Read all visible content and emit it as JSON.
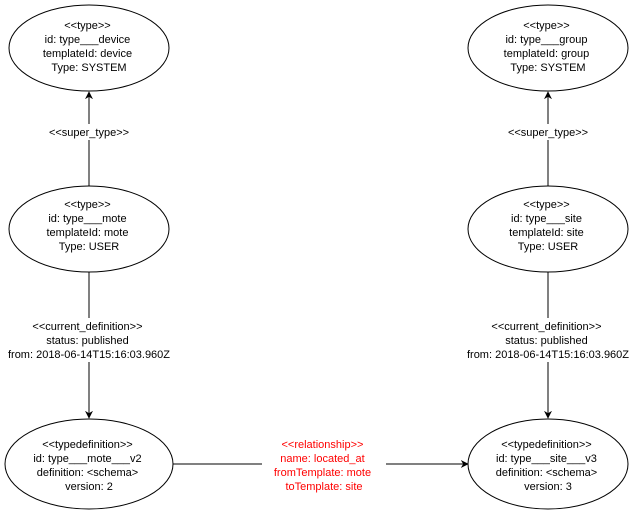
{
  "nodes": {
    "device_type": {
      "lines": [
        "<<type>>",
        "id:  type___device",
        "templateId: device",
        "Type: SYSTEM"
      ]
    },
    "group_type": {
      "lines": [
        "<<type>>",
        "id:  type___group",
        "templateId: group",
        "Type: SYSTEM"
      ]
    },
    "mote_type": {
      "lines": [
        "<<type>>",
        "id:  type___mote",
        "templateId: mote",
        "Type: USER"
      ]
    },
    "site_type": {
      "lines": [
        "<<type>>",
        "id:  type___site",
        "templateId: site",
        "Type: USER"
      ]
    },
    "mote_typedef": {
      "lines": [
        "<<typedefinition>>",
        "id: type___mote___v2",
        "definition: <schema>",
        "version: 2"
      ]
    },
    "site_typedef": {
      "lines": [
        "<<typedefinition>>",
        "id: type___site___v3",
        "definition: <schema>",
        "version: 3"
      ]
    }
  },
  "edges": {
    "mote_super": {
      "lines": [
        "<<super_type>>"
      ]
    },
    "site_super": {
      "lines": [
        "<<super_type>>"
      ]
    },
    "mote_current": {
      "lines": [
        "<<current_definition>>",
        "status: published",
        "from: 2018-06-14T15:16:03.960Z"
      ]
    },
    "site_current": {
      "lines": [
        "<<current_definition>>",
        "status: published",
        "from: 2018-06-14T15:16:03.960Z"
      ]
    },
    "relationship": {
      "lines": [
        "<<relationship>>",
        "name: located_at",
        "fromTemplate: mote",
        "toTemplate: site"
      ]
    }
  },
  "colors": {
    "stroke": "#000000",
    "relationship_text": "#ff0000",
    "background": "#ffffff"
  }
}
